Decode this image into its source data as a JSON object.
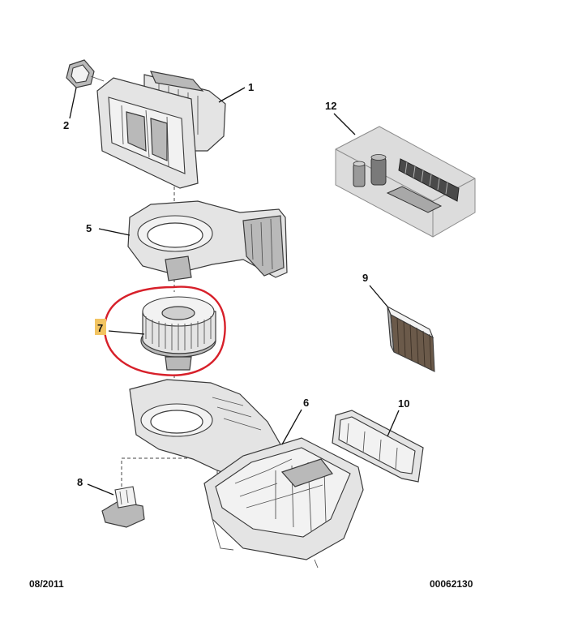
{
  "colors": {
    "highlight_circle": "#d7202a",
    "highlight_tag": "#f2c462",
    "kit_box": "#dcdcdc"
  },
  "callouts": {
    "c1": "1",
    "c2": "2",
    "c5": "5",
    "c6": "6",
    "c7": "7",
    "c8": "8",
    "c9": "9",
    "c10": "10",
    "c12": "12"
  },
  "footer": {
    "date": "08/2011",
    "reference": "00062130"
  }
}
